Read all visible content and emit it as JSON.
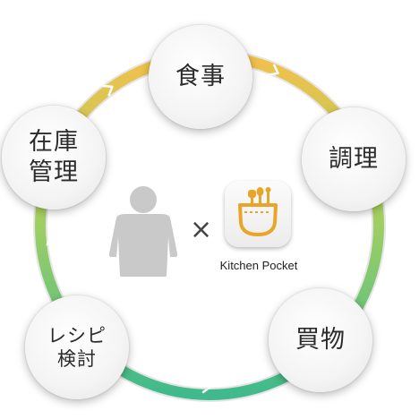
{
  "cycle": {
    "nodes": [
      {
        "label": "食事"
      },
      {
        "label": "調理"
      },
      {
        "label": "買物"
      },
      {
        "label": "レシピ\n検討"
      },
      {
        "label": "在庫\n管理"
      }
    ],
    "colors": {
      "ring_start": "#F3C04B",
      "ring_mid": "#9FCE63",
      "ring_end": "#3DB98D",
      "ring_shadow": "#C9C9C9"
    }
  },
  "center": {
    "person_icon": "person-silhouette-icon",
    "person_color": "#C9C9C9",
    "operator": "×",
    "app": {
      "name": "Kitchen Pocket",
      "icon": "apron-with-utensils-icon",
      "accent": "#E9A52A"
    }
  }
}
